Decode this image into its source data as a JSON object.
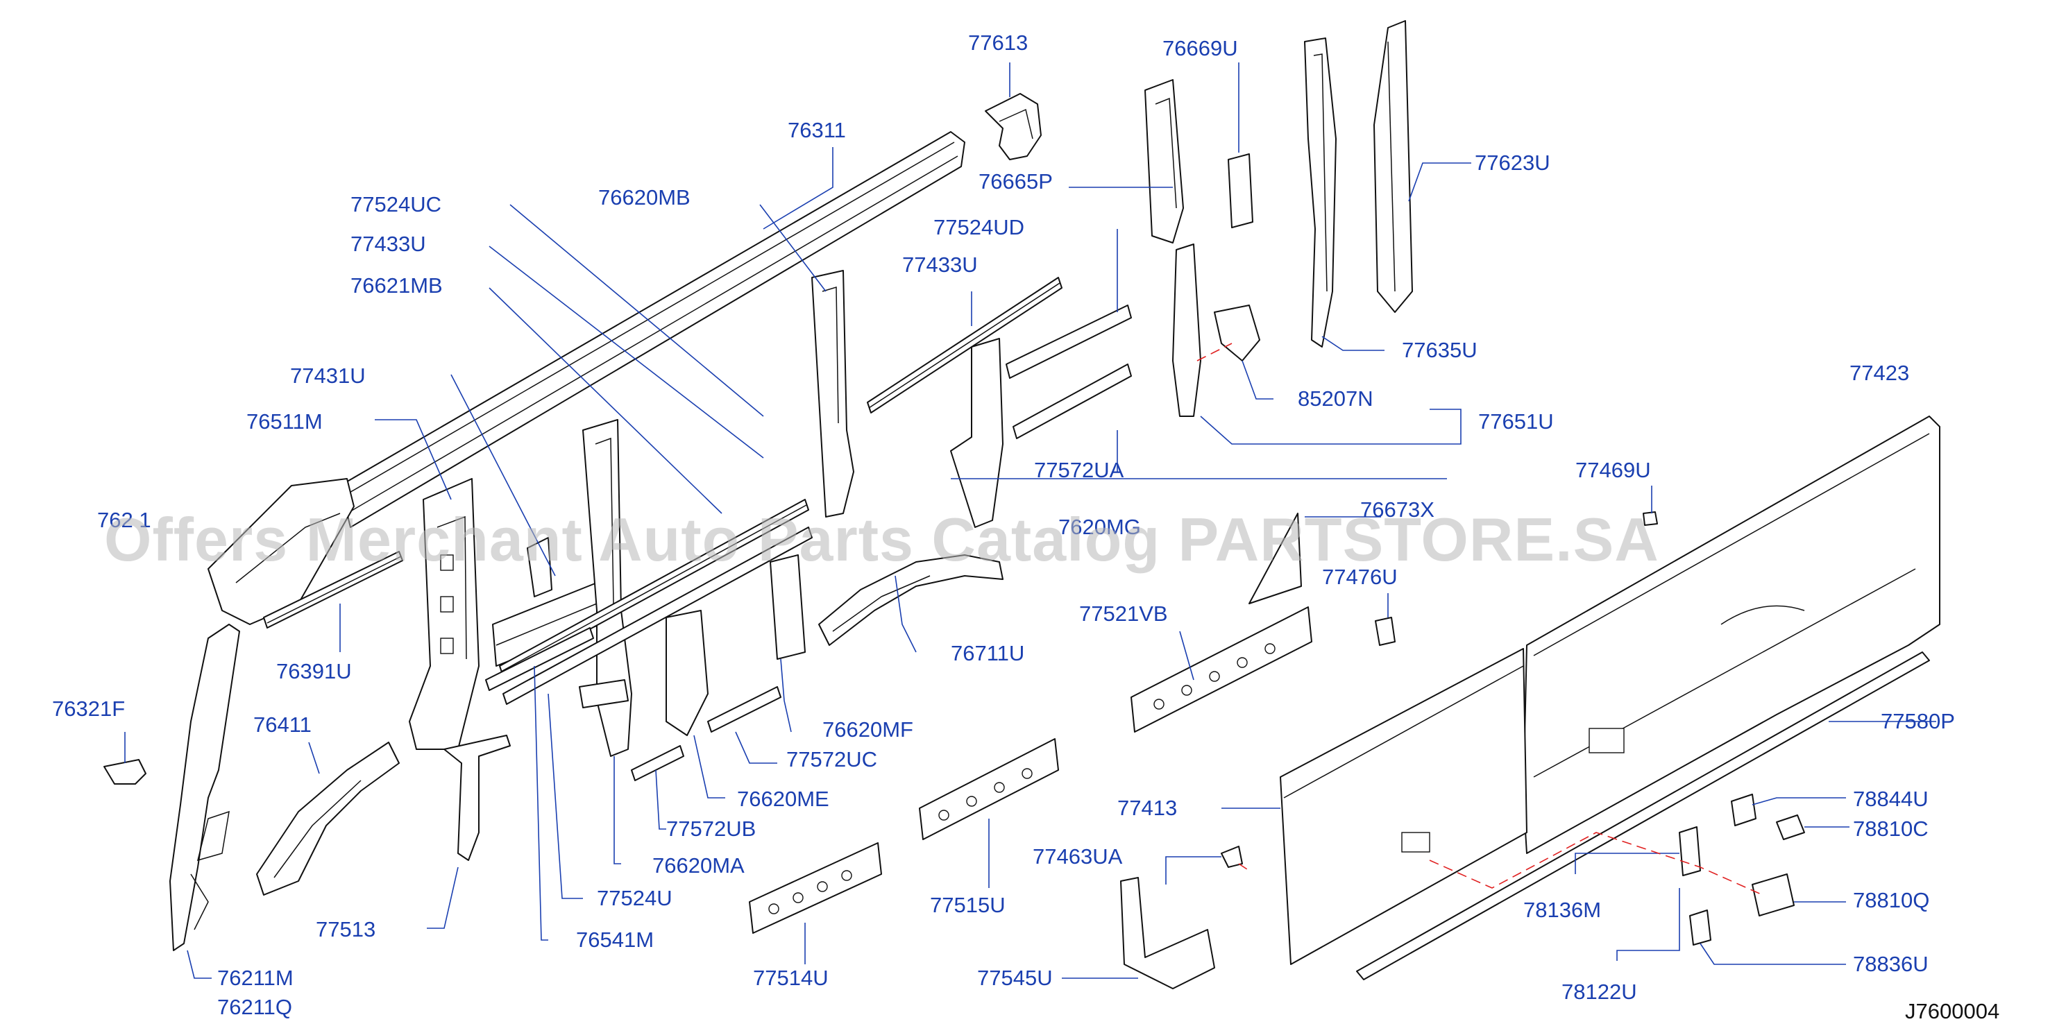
{
  "diagram": {
    "figure_code": "J7600004",
    "watermark": "Offers Merchant Auto Parts Catalog PARTSTORE.SA",
    "colors": {
      "label": "#1a3fb0",
      "outline": "#111111",
      "dashed_guide": "#e02020",
      "watermark": "#b8b8b8"
    },
    "labels": {
      "p77613": "77613",
      "p76669U": "76669U",
      "p76311": "76311",
      "p76665P": "76665P",
      "p77623U": "77623U",
      "p77524UC": "77524UC",
      "p76620MB": "76620MB",
      "p77524UD": "77524UD",
      "p77433U_left": "77433U",
      "p77433U_right": "77433U",
      "p76621MB": "76621MB",
      "p77635U": "77635U",
      "p77423": "77423",
      "p77431U": "77431U",
      "p85207N": "85207N",
      "p77651U": "77651U",
      "p76511M": "76511M",
      "p77572UA": "77572UA",
      "p77469U": "77469U",
      "p762_partial": "762  1",
      "p7620MG_partial": "7620MG",
      "p7667_partial": "76673X",
      "p77476U": "77476U",
      "p77521VB": "77521VB",
      "p76711U": "76711U",
      "p76391U": "76391U",
      "p76321F": "76321F",
      "p76411": "76411",
      "p76620MF": "76620MF",
      "p77580P": "77580P",
      "p77572UC": "77572UC",
      "p76620ME": "76620ME",
      "p77572UB": "77572UB",
      "p78844U": "78844U",
      "p77413": "77413",
      "p78810C": "78810C",
      "p76620MA": "76620MA",
      "p77463UA": "77463UA",
      "p77515U": "77515U",
      "p78136M": "78136M",
      "p78810Q": "78810Q",
      "p77524U": "77524U",
      "p77513": "77513",
      "p76541M": "76541M",
      "p78836U": "78836U",
      "p76211M": "76211M",
      "p76211Q": "76211Q",
      "p77514U": "77514U",
      "p77545U": "77545U",
      "p78122U": "78122U"
    }
  }
}
